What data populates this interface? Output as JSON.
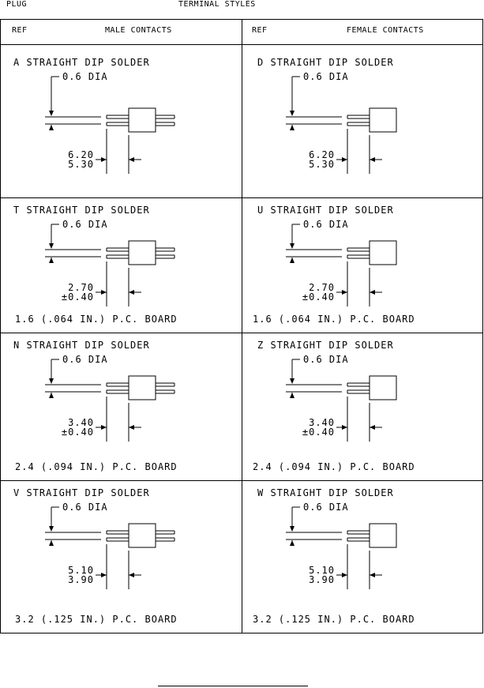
{
  "header": {
    "left": "PLUG",
    "center": "TERMINAL STYLES"
  },
  "columns": {
    "male": {
      "ref": "REF",
      "title": "MALE CONTACTS"
    },
    "female": {
      "ref": "REF",
      "title": "FEMALE CONTACTS"
    }
  },
  "rows": [
    {
      "male": {
        "title": "A  STRAIGHT DIP SOLDER",
        "dia": "0.6 DIA",
        "dim1": "6.20",
        "dim2": "5.30",
        "board": ""
      },
      "female": {
        "title": "D  STRAIGHT DIP SOLDER",
        "dia": "0.6 DIA",
        "dim1": "6.20",
        "dim2": "5.30",
        "board": ""
      }
    },
    {
      "male": {
        "title": "T  STRAIGHT DIP SOLDER",
        "dia": "0.6 DIA",
        "dim1": "2.70",
        "dim2": "±0.40",
        "board": "1.6 (.064 IN.) P.C. BOARD"
      },
      "female": {
        "title": "U  STRAIGHT DIP SOLDER",
        "dia": "0.6 DIA",
        "dim1": "2.70",
        "dim2": "±0.40",
        "board": "1.6 (.064 IN.) P.C. BOARD"
      }
    },
    {
      "male": {
        "title": "N  STRAIGHT DIP SOLDER",
        "dia": "0.6 DIA",
        "dim1": "3.40",
        "dim2": "±0.40",
        "board": "2.4 (.094 IN.) P.C. BOARD"
      },
      "female": {
        "title": "Z  STRAIGHT DIP SOLDER",
        "dia": "0.6 DIA",
        "dim1": "3.40",
        "dim2": "±0.40",
        "board": "2.4 (.094 IN.) P.C. BOARD"
      }
    },
    {
      "male": {
        "title": "V  STRAIGHT DIP SOLDER",
        "dia": "0.6 DIA",
        "dim1": "5.10",
        "dim2": "3.90",
        "board": "3.2 (.125 IN.) P.C. BOARD"
      },
      "female": {
        "title": "W  STRAIGHT DIP SOLDER",
        "dia": "0.6 DIA",
        "dim1": "5.10",
        "dim2": "3.90",
        "board": "3.2 (.125 IN.) P.C. BOARD"
      }
    }
  ]
}
